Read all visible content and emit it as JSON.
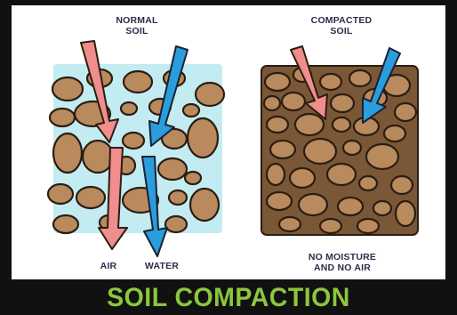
{
  "normal_soil": {
    "title_line1": "NORMAL",
    "title_line2": "SOIL",
    "air_label": "AIR",
    "water_label": "WATER"
  },
  "compacted_soil": {
    "title_line1": "COMPACTED",
    "title_line2": "SOIL",
    "caption_line1": "NO MOISTURE",
    "caption_line2": "AND NO AIR"
  },
  "banner": {
    "title": "SOIL COMPACTION"
  },
  "colors": {
    "background_frame": "#111111",
    "banner_text": "#8cc63e",
    "label_text": "#2e2b4a",
    "water_fill": "#c3ecf2",
    "air_arrow": "#f08d8d",
    "water_arrow": "#2a9ddc",
    "rock": "#b98a5d",
    "compacted_dirt": "#7a5736"
  },
  "icons": [
    "air-arrow-icon",
    "water-arrow-icon",
    "rock-icon"
  ]
}
